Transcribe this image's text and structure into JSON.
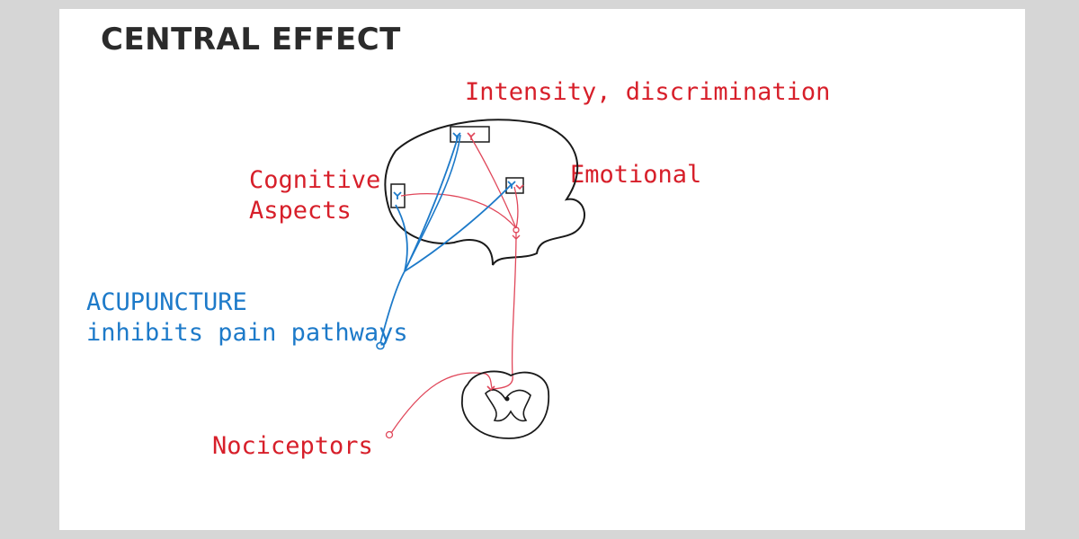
{
  "title": "CENTRAL EFFECT",
  "labels": {
    "intensity": "Intensity, discrimination",
    "emotional": "Emotional",
    "cognitive_line1": "Cognitive",
    "cognitive_line2": "Aspects",
    "acupuncture_line1": "ACUPUNCTURE",
    "acupuncture_line2": "inhibits pain pathways",
    "nociceptors": "Nociceptors"
  },
  "colors": {
    "red": "#d71f2a",
    "blue": "#1d7ac9",
    "outline": "#1a1a1a",
    "pathway_red": "#e0475a",
    "background": "#d6d6d6",
    "slide": "#ffffff"
  }
}
